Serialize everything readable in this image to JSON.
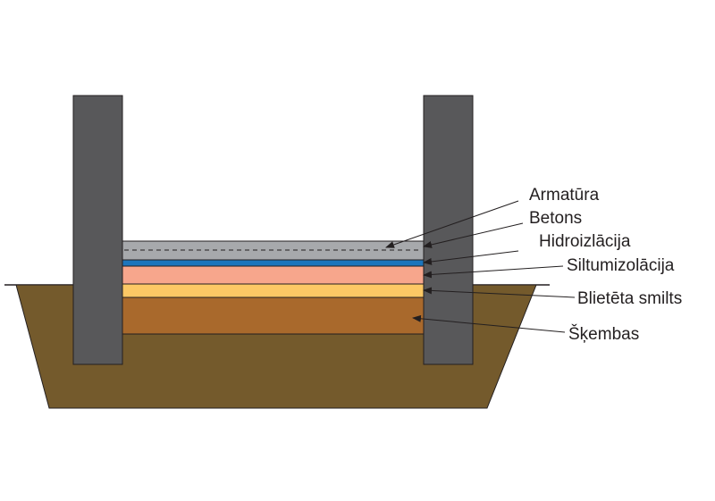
{
  "colors": {
    "soil": "#745a2c",
    "wall": "#58585a",
    "armatura_layer": "#a7a9ac",
    "hidroizolacija": "#1c75bc",
    "siltumizolacija": "#f7a68c",
    "smilts": "#fcc865",
    "skembas": "#a9692c",
    "outline": "#231f20"
  },
  "labels": {
    "armatura": "Armatūra",
    "betons": "Betons",
    "hidroizolacija": "Hidroizlācija",
    "siltumizolacija": "Siltumizolācija",
    "smilts": "Blietēta smilts",
    "skembas": "Šķembas"
  }
}
